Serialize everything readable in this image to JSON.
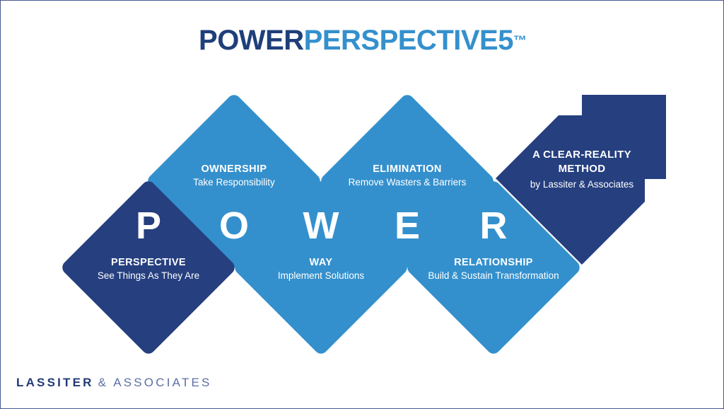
{
  "title": {
    "part_power": "POWER",
    "part_perspective": "PERSPECTIVE",
    "part_number": "5",
    "part_tm": "™"
  },
  "colors": {
    "navy": "#253f7f",
    "light_blue": "#3490cd",
    "title_navy": "#1f3f7a",
    "title_blue": "#3490cd",
    "background": "#ffffff",
    "border": "#4a5a92",
    "text_on_shape": "#ffffff"
  },
  "acronym": {
    "letters": [
      "P",
      "O",
      "W",
      "E",
      "R"
    ]
  },
  "nodes": [
    {
      "letter": "P",
      "title": "PERSPECTIVE",
      "subtitle": "See Things As They Are",
      "color": "navy",
      "position": "bottom-row"
    },
    {
      "letter": "O",
      "title": "OWNERSHIP",
      "subtitle": "Take Responsibility",
      "color": "light-blue",
      "position": "top-row"
    },
    {
      "letter": "W",
      "title": "WAY",
      "subtitle": "Implement Solutions",
      "color": "light-blue",
      "position": "bottom-row"
    },
    {
      "letter": "E",
      "title": "ELIMINATION",
      "subtitle": "Remove Wasters & Barriers",
      "color": "light-blue",
      "position": "top-row"
    },
    {
      "letter": "R",
      "title": "RELATIONSHIP",
      "subtitle": "Build & Sustain Transformation",
      "color": "light-blue",
      "position": "bottom-row"
    }
  ],
  "arrow": {
    "title_line1": "A CLEAR-REALITY",
    "title_line2": "METHOD",
    "subtitle": "by Lassiter & Associates",
    "color": "navy"
  },
  "footer": {
    "logo_bold": "LASSITER",
    "logo_light": "& ASSOCIATES",
    "watermark": ""
  }
}
